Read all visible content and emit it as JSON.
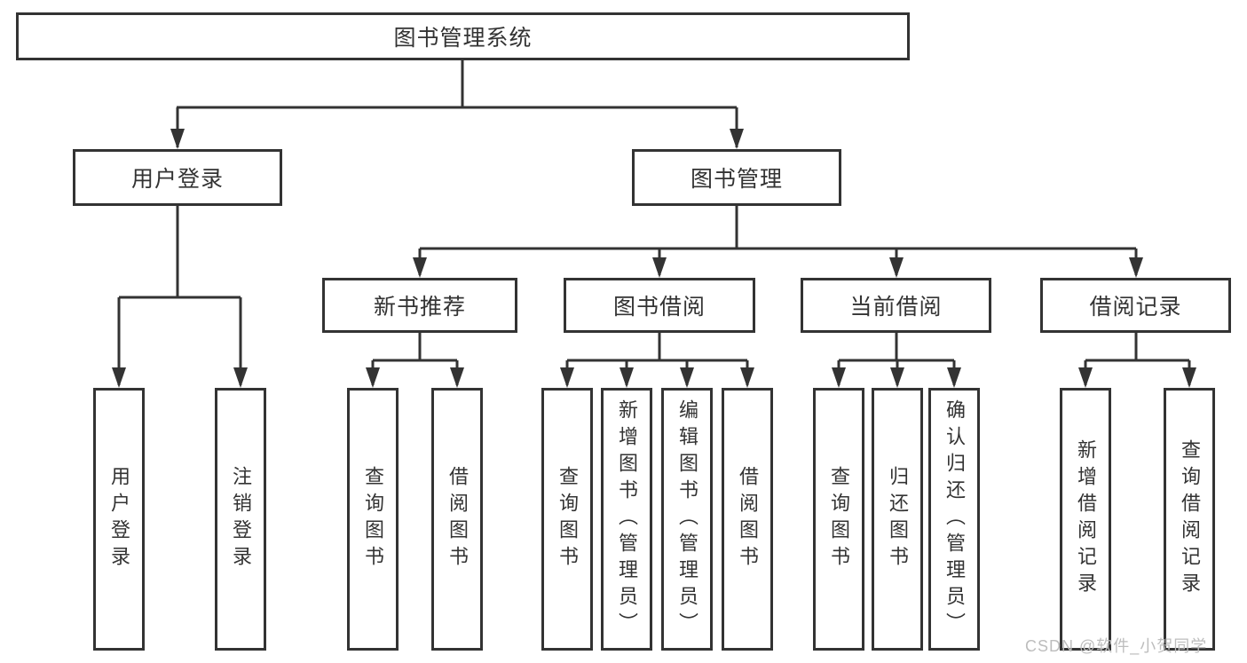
{
  "page": {
    "watermark": "CSDN @软件_小贺同学",
    "colors": {
      "line": "#333333",
      "border": "#333333",
      "text": "#333333",
      "watermark_text": "#bdbdbd",
      "background": "#ffffff"
    }
  },
  "tree": {
    "root": {
      "label": "图书管理系统",
      "children": [
        {
          "label": "用户登录",
          "children": [
            {
              "label": "用户登录"
            },
            {
              "label": "注销登录"
            }
          ]
        },
        {
          "label": "图书管理",
          "children": [
            {
              "label": "新书推荐",
              "children": [
                {
                  "label": "查询图书"
                },
                {
                  "label": "借阅图书"
                }
              ]
            },
            {
              "label": "图书借阅",
              "children": [
                {
                  "label": "查询图书"
                },
                {
                  "label": "新增图书（管理员）"
                },
                {
                  "label": "编辑图书（管理员）"
                },
                {
                  "label": "借阅图书"
                }
              ]
            },
            {
              "label": "当前借阅",
              "children": [
                {
                  "label": "查询图书"
                },
                {
                  "label": "归还图书"
                },
                {
                  "label": "确认归还（管理员）"
                }
              ]
            },
            {
              "label": "借阅记录",
              "children": [
                {
                  "label": "新增借阅记录"
                },
                {
                  "label": "查询借阅记录"
                }
              ]
            }
          ]
        }
      ]
    }
  }
}
